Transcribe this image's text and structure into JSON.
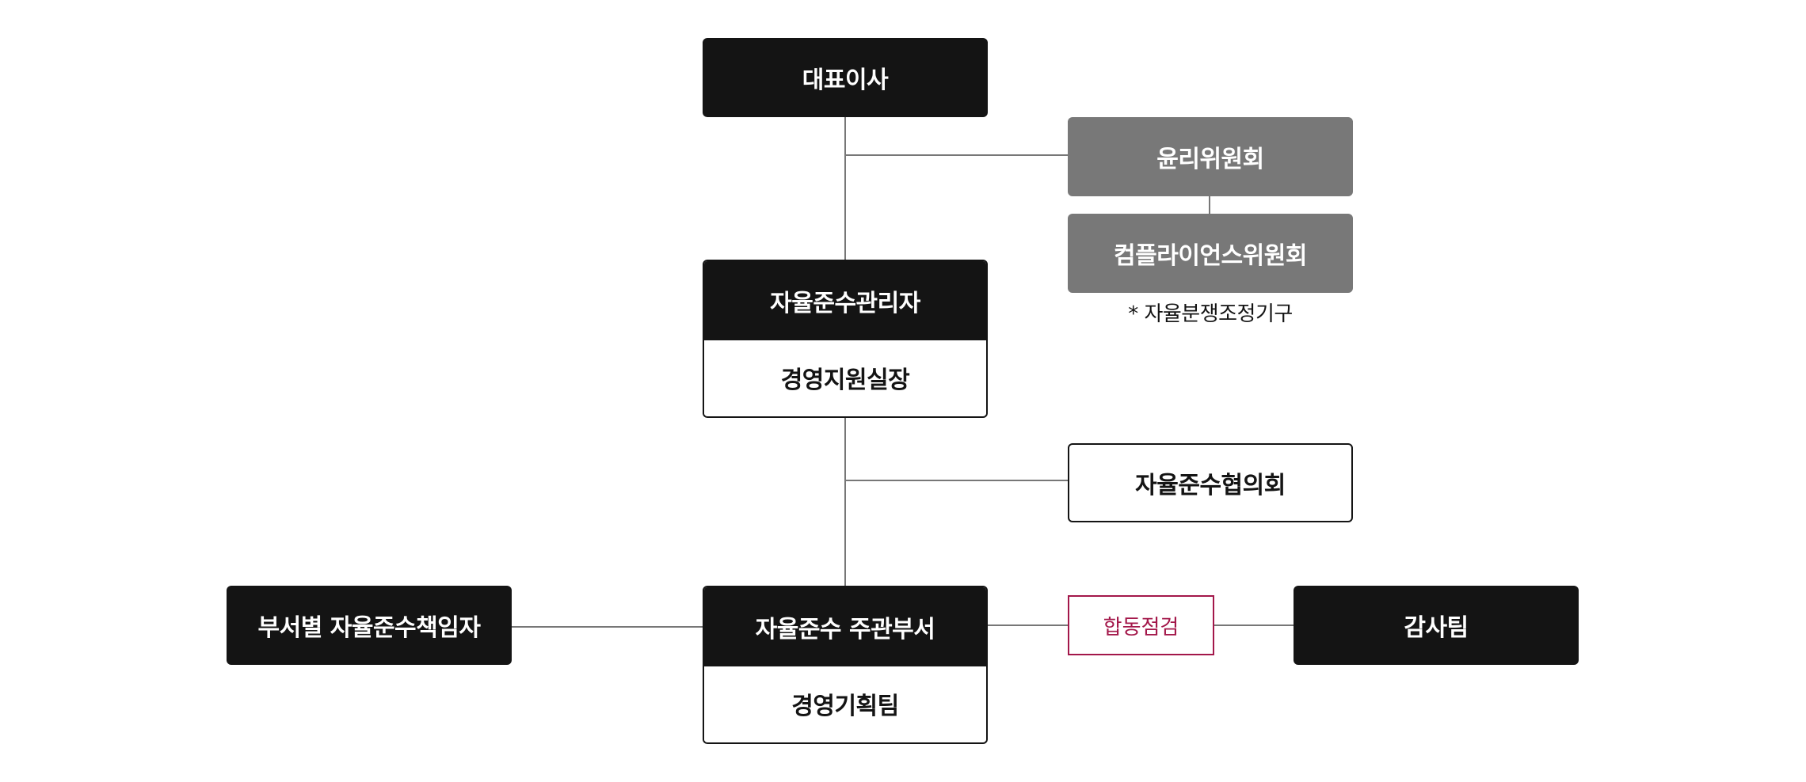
{
  "ceo": "대표이사",
  "ethics_committee": "윤리위원회",
  "compliance_committee": "컴플라이언스위원회",
  "compliance_note": "* 자율분쟁조정기구",
  "compliance_manager": {
    "title": "자율준수관리자",
    "subtitle": "경영지원실장"
  },
  "council": "자율준수협의회",
  "department_leaders": "부서별 자율준수책임자",
  "main_department": {
    "title": "자율준수 주관부서",
    "subtitle": "경영기획팀"
  },
  "joint_inspection": "합동점검",
  "audit_team": "감사팀",
  "colors": {
    "dark_box": "#141414",
    "gray_box": "#787878",
    "accent_border": "#a3174a",
    "connector": "#777777"
  }
}
